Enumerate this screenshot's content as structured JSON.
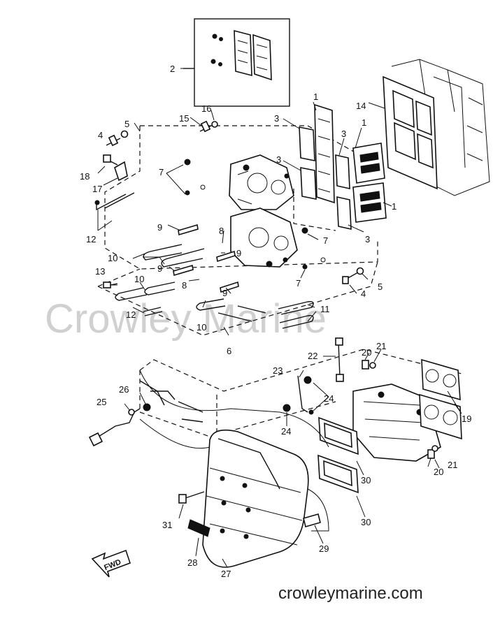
{
  "watermark": "Crowley Marine",
  "site": "crowleymarine.com",
  "fwd_label": "FWD",
  "callouts": {
    "c1a": "1",
    "c1b": "1",
    "c1c": "1",
    "c2": "2",
    "c3a": "3",
    "c3b": "3",
    "c3c": "3",
    "c3d": "3",
    "c4a": "4",
    "c4b": "4",
    "c5a": "5",
    "c5b": "5",
    "c6": "6",
    "c7a": "7",
    "c7b": "7",
    "c7c": "7",
    "c8a": "8",
    "c8b": "8",
    "c9a": "9",
    "c9b": "9",
    "c9c": "9",
    "c9d": "9",
    "c10a": "10",
    "c10b": "10",
    "c10c": "10",
    "c11": "11",
    "c12a": "12",
    "c12b": "12",
    "c13": "13",
    "c14": "14",
    "c15": "15",
    "c16": "16",
    "c17": "17",
    "c18": "18",
    "c19": "19",
    "c20a": "20",
    "c20b": "20",
    "c21a": "21",
    "c21b": "21",
    "c22": "22",
    "c23": "23",
    "c24a": "24",
    "c24b": "24",
    "c25": "25",
    "c26": "26",
    "c27": "27",
    "c28": "28",
    "c29": "29",
    "c30a": "30",
    "c30b": "30",
    "c31": "31"
  }
}
